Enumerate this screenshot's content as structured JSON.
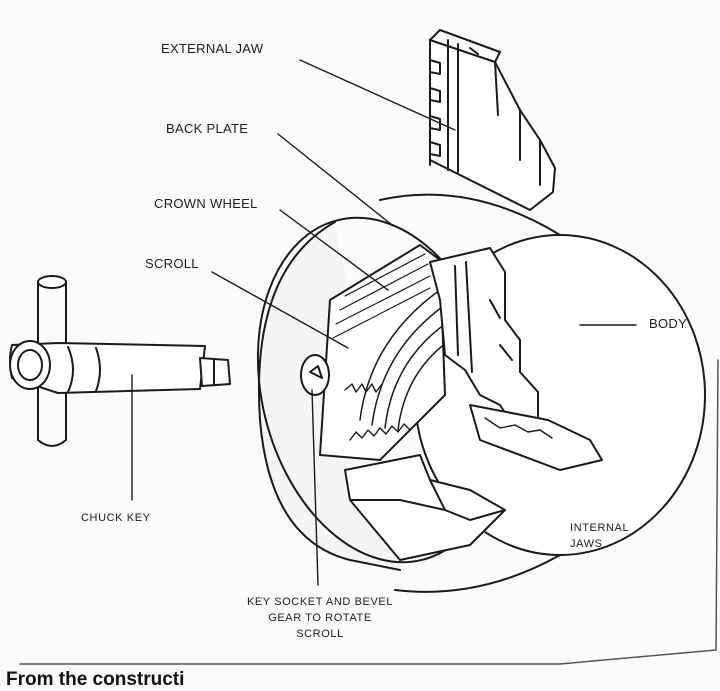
{
  "labels": {
    "external_jaw": "EXTERNAL JAW",
    "back_plate": "BACK PLATE",
    "crown_wheel": "CROWN WHEEL",
    "scroll": "SCROLL",
    "body": "BODY",
    "chuck_key": "CHUCK KEY",
    "internal_jaws_line1": "INTERNAL",
    "internal_jaws_line2": "JAWS",
    "key_socket_line1": "KEY SOCKET AND BEVEL",
    "key_socket_line2": "GEAR TO ROTATE",
    "key_socket_line3": "SCROLL"
  },
  "caption": "From the constructi"
}
